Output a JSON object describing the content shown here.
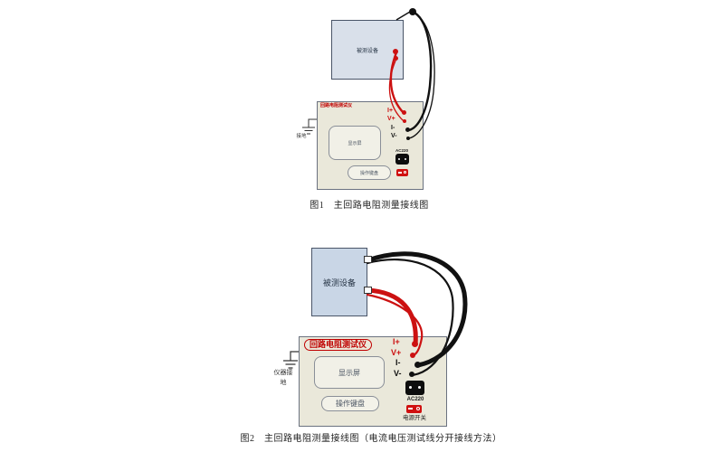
{
  "colors": {
    "wire_red": "#cc1111",
    "wire_black": "#111111",
    "accent_red": "#c00000",
    "device_fill_1": "#d9e0ea",
    "device_fill_2": "#c9d6e6",
    "panel_fill": "#eae8da",
    "socket_black": "#0d0d0d",
    "switch_red": "#d01010"
  },
  "figure1": {
    "caption": "图1　主回路电阻测量接线图",
    "device_label": "被测设备",
    "instrument_title": "回路电阻测试仪",
    "display_label": "显示屏",
    "keyboard_label": "操作键盘",
    "terminals": [
      {
        "label": "I+",
        "color": "#cc1111"
      },
      {
        "label": "V+",
        "color": "#cc1111"
      },
      {
        "label": "I-",
        "color": "#111111"
      },
      {
        "label": "V-",
        "color": "#111111"
      }
    ],
    "socket_label": "AC220",
    "ground_label": "接地"
  },
  "figure2": {
    "caption": "图2　主回路电阻测量接线图（电流电压测试线分开接线方法）",
    "device_label": "被测设备",
    "instrument_title": "回路电阻测试仪",
    "display_label": "显示屏",
    "keyboard_label": "操作键盘",
    "terminals": [
      {
        "label": "I+",
        "color": "#cc1111"
      },
      {
        "label": "V+",
        "color": "#cc1111"
      },
      {
        "label": "I-",
        "color": "#111111"
      },
      {
        "label": "V-",
        "color": "#111111"
      }
    ],
    "socket_label": "AC220",
    "switch_label": "电源开关",
    "ground_label_line1": "仪器接",
    "ground_label_line2": "地"
  }
}
